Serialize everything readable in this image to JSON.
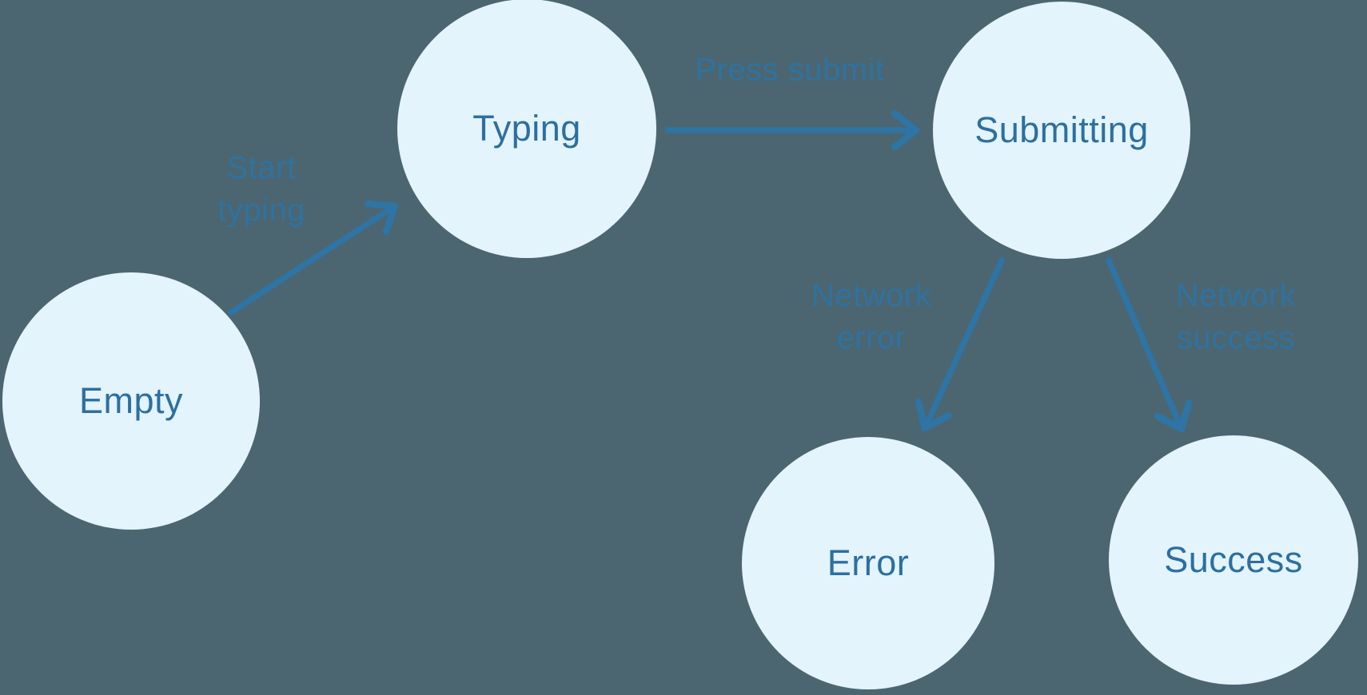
{
  "diagram_type": "state-machine",
  "colors": {
    "background": "#4b6670",
    "node_fill": "#e3f4fc",
    "node_text": "#2d6f9f",
    "arrow": "#2e74a4",
    "edge_label": "#2f72a1"
  },
  "nodes": [
    {
      "id": "empty",
      "label": "Empty"
    },
    {
      "id": "typing",
      "label": "Typing"
    },
    {
      "id": "submitting",
      "label": "Submitting"
    },
    {
      "id": "error",
      "label": "Error"
    },
    {
      "id": "success",
      "label": "Success"
    }
  ],
  "edges": [
    {
      "from": "empty",
      "to": "typing",
      "label": "Start typing",
      "label_lines": [
        "Start",
        "typing"
      ]
    },
    {
      "from": "typing",
      "to": "submitting",
      "label": "Press submit",
      "label_lines": [
        "Press submit"
      ]
    },
    {
      "from": "submitting",
      "to": "error",
      "label": "Network error",
      "label_lines": [
        "Network",
        "error"
      ]
    },
    {
      "from": "submitting",
      "to": "success",
      "label": "Network success",
      "label_lines": [
        "Network",
        "success"
      ]
    }
  ]
}
